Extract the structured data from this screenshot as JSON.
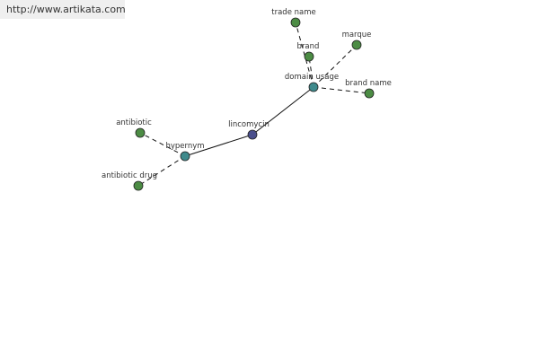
{
  "watermark": "http://www.artikata.com",
  "colors": {
    "root": "#4a4f8c",
    "hub": "#3f8a8c",
    "leaf": "#4c8c44",
    "stroke": "#222222",
    "edge": "#111111",
    "background_strip": "#efefef"
  },
  "graph": {
    "nodes": [
      {
        "id": "lincomycin",
        "label": "lincomycin",
        "kind": "root"
      },
      {
        "id": "domain-usage",
        "label": "domain usage",
        "kind": "hub"
      },
      {
        "id": "hypernym",
        "label": "hypernym",
        "kind": "hub"
      },
      {
        "id": "trade-name",
        "label": "trade name",
        "kind": "leaf"
      },
      {
        "id": "brand",
        "label": "brand",
        "kind": "leaf"
      },
      {
        "id": "marque",
        "label": "marque",
        "kind": "leaf"
      },
      {
        "id": "brand-name",
        "label": "brand name",
        "kind": "leaf"
      },
      {
        "id": "antibiotic",
        "label": "antibiotic",
        "kind": "leaf"
      },
      {
        "id": "antibiotic-drug",
        "label": "antibiotic drug",
        "kind": "leaf"
      }
    ],
    "edges": [
      {
        "from": "lincomycin",
        "to": "domain-usage",
        "style": "solid"
      },
      {
        "from": "lincomycin",
        "to": "hypernym",
        "style": "solid"
      },
      {
        "from": "domain-usage",
        "to": "trade-name",
        "style": "dashed"
      },
      {
        "from": "domain-usage",
        "to": "brand",
        "style": "dashed"
      },
      {
        "from": "domain-usage",
        "to": "marque",
        "style": "dashed"
      },
      {
        "from": "domain-usage",
        "to": "brand-name",
        "style": "dashed"
      },
      {
        "from": "hypernym",
        "to": "antibiotic",
        "style": "dashed"
      },
      {
        "from": "hypernym",
        "to": "antibiotic-drug",
        "style": "dashed"
      }
    ]
  }
}
